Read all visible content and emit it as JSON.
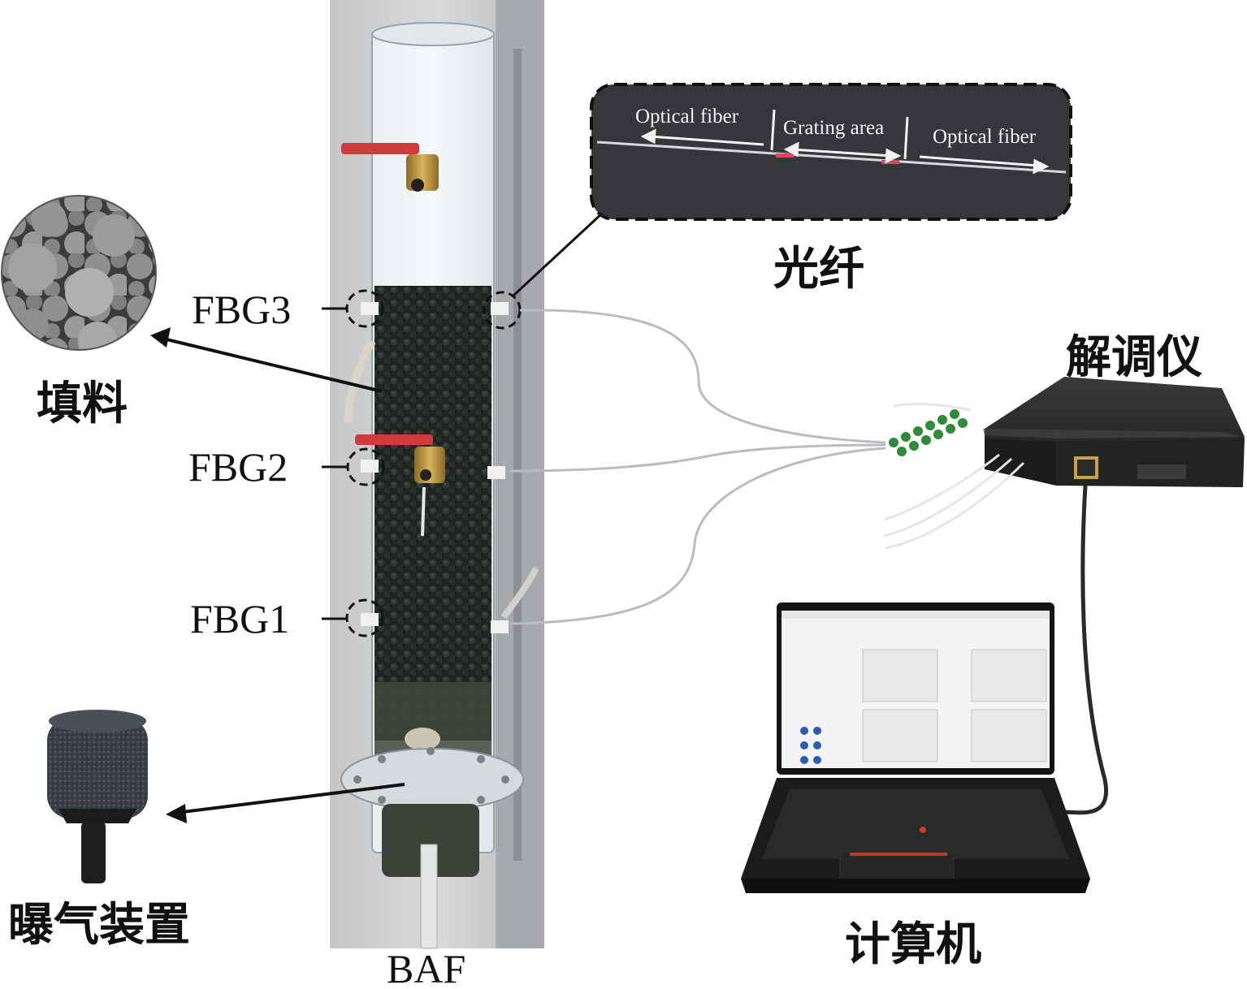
{
  "labels": {
    "fbg3": "FBG3",
    "fbg2": "FBG2",
    "fbg1": "FBG1",
    "baf": "BAF",
    "filler": "填料",
    "aerator": "曝气装置",
    "fiber_title": "光纤",
    "demodulator": "解调仪",
    "computer": "计算机"
  },
  "fiber_inset": {
    "left_label": "Optical fiber",
    "center_label": "Grating area",
    "right_label": "Optical fiber"
  },
  "colors": {
    "text": "#111111",
    "valve_handle": "#d03a3a",
    "grating_marker": "#e0455a",
    "connector_green": "#2e8b3a"
  },
  "icons": [
    "filler-beads-photo",
    "aerator-stone-photo",
    "demodulator-device",
    "laptop-computer",
    "baf-column-photo"
  ]
}
